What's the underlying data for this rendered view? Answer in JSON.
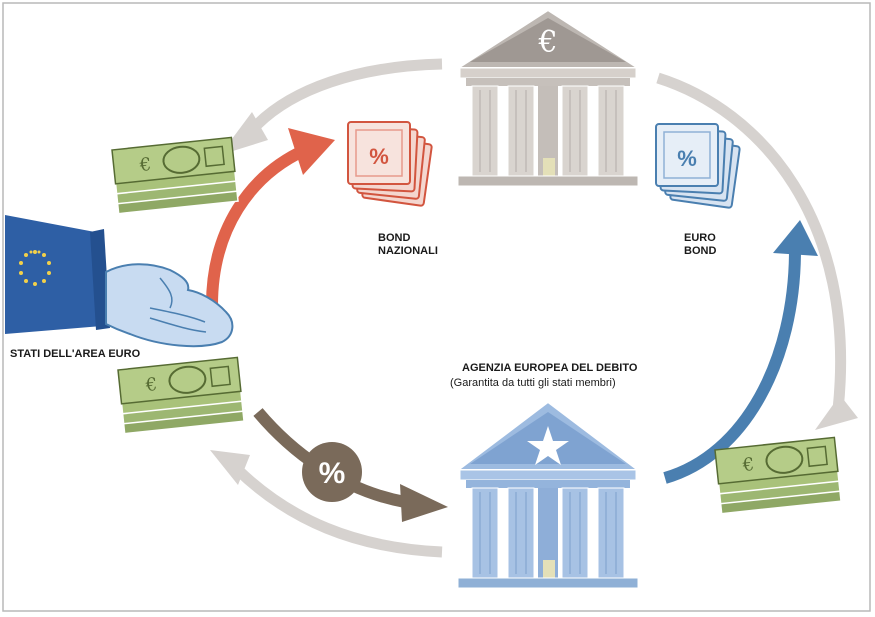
{
  "labels": {
    "bond_nazionali_line1": "BOND",
    "bond_nazionali_line2": "NAZIONALI",
    "euro_bond_line1": "EURO",
    "euro_bond_line2": "BOND",
    "stati": "STATI DELL'AREA EURO",
    "agenzia_title": "AGENZIA EUROPEA DEL DEBITO",
    "agenzia_subtitle": "(Garantita da tutti gli stati membri)"
  },
  "symbols": {
    "euro": "€",
    "percent": "%"
  },
  "colors": {
    "frame": "#b9b9b9",
    "loop_arrow": "#d6d2cf",
    "red_arrow": "#e0634b",
    "blue_arrow": "#4a7fb0",
    "brown_arrow": "#7a6a5a",
    "ecb_building": "#cfc9c4",
    "agency_building": "#8fb0d6",
    "money": "#a9c27a",
    "eu_blue": "#2e5fa5"
  },
  "icons": [
    "ecb-building-icon",
    "agency-building-icon",
    "national-bond-icon",
    "euro-bond-icon",
    "money-stack-icon",
    "eu-hand-icon",
    "star-icon"
  ]
}
